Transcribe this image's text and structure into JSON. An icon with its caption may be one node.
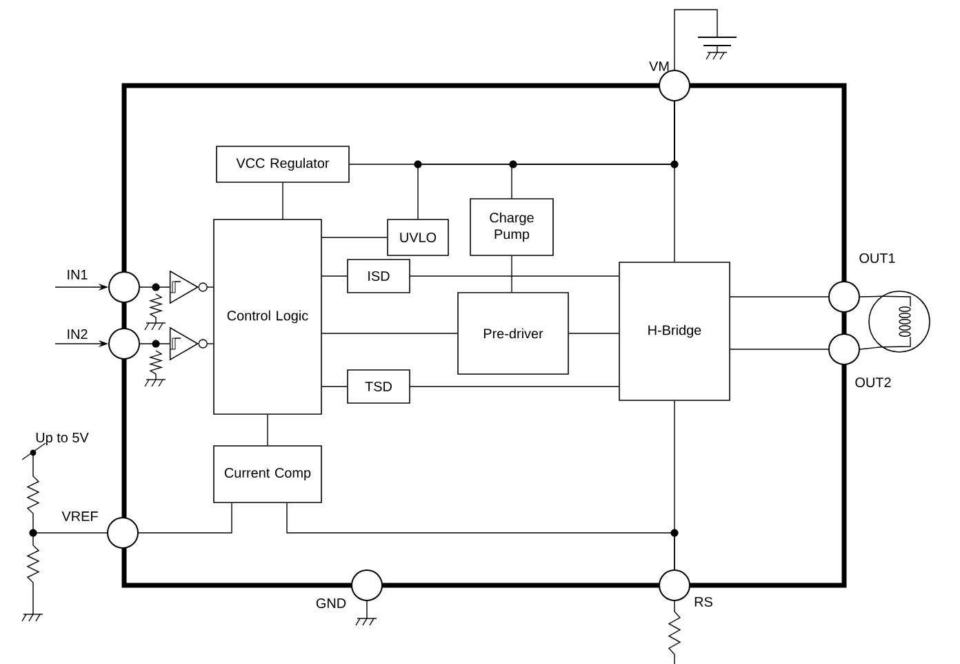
{
  "diagram": {
    "nodes": [
      {
        "text": [],
        "shape": "box"
      },
      {
        "text": [
          "VCC Regulator"
        ],
        "in": 0
      },
      {
        "text": [
          "UVLO"
        ],
        "in": 0
      },
      {
        "text": [
          "Charge Pump"
        ],
        "in": 0
      },
      {
        "text": [
          "Control Logic"
        ],
        "in": 0
      },
      {
        "text": [
          "ISD"
        ],
        "in": 0
      },
      {
        "text": [
          "Pre-driver"
        ],
        "in": 0
      },
      {
        "text": [
          "H-Bridge"
        ],
        "in": 0
      },
      {
        "text": [
          "TSD"
        ],
        "in": 0
      },
      {
        "text": [
          "Current Comp"
        ],
        "in": 0
      },
      {
        "text": [],
        "shape": "circle",
        "beside": [
          "VM"
        ]
      },
      {
        "text": [],
        "shape": "circle",
        "beside": [
          "IN1"
        ]
      },
      {
        "text": [],
        "shape": "circle",
        "beside": [
          "IN2"
        ]
      },
      {
        "text": [],
        "shape": "circle",
        "beside": [
          "OUT1"
        ]
      },
      {
        "text": [],
        "shape": "circle",
        "beside": [
          "OUT2"
        ]
      },
      {
        "text": [],
        "shape": "circle",
        "beside": [
          "VREF"
        ]
      },
      {
        "text": [],
        "shape": "circle",
        "beside": [
          "GND"
        ]
      },
      {
        "text": [],
        "shape": "circle",
        "beside": [
          "RS"
        ]
      },
      {
        "text": [],
        "shape": "circle"
      },
      {
        "text": [],
        "shape": "triangle",
        "in": 0
      },
      {
        "text": [],
        "shape": "triangle",
        "in": 0
      }
    ],
    "edges": [
      {
        "from": null,
        "to": 11,
        "arrow": "to"
      },
      {
        "from": null,
        "to": 12,
        "arrow": "to"
      },
      {
        "from": 11,
        "to": 19,
        "arrow": "none"
      },
      {
        "from": 19,
        "to": 4,
        "arrow": "none"
      },
      {
        "from": 12,
        "to": 20,
        "arrow": "none"
      },
      {
        "from": 20,
        "to": 4,
        "arrow": "none"
      },
      {
        "from": 10,
        "to": 1,
        "arrow": "none"
      },
      {
        "from": 10,
        "to": 2,
        "arrow": "none"
      },
      {
        "from": 10,
        "to": 3,
        "arrow": "none"
      },
      {
        "from": 10,
        "to": 7,
        "arrow": "none"
      },
      {
        "from": 1,
        "to": 4,
        "arrow": "none"
      },
      {
        "from": 4,
        "to": 2,
        "arrow": "none"
      },
      {
        "from": 4,
        "to": 5,
        "arrow": "none"
      },
      {
        "from": 5,
        "to": 7,
        "arrow": "none"
      },
      {
        "from": 3,
        "to": 6,
        "arrow": "none"
      },
      {
        "from": 4,
        "to": 6,
        "arrow": "none"
      },
      {
        "from": 6,
        "to": 7,
        "arrow": "none"
      },
      {
        "from": 4,
        "to": 8,
        "arrow": "none"
      },
      {
        "from": 8,
        "to": 7,
        "arrow": "none"
      },
      {
        "from": 4,
        "to": 9,
        "arrow": "none"
      },
      {
        "from": 15,
        "to": 9,
        "arrow": "none"
      },
      {
        "from": 9,
        "to": 17,
        "arrow": "none"
      },
      {
        "from": 7,
        "to": 17,
        "arrow": "none"
      },
      {
        "from": 7,
        "to": 13,
        "arrow": "none"
      },
      {
        "from": 7,
        "to": 14,
        "arrow": "none"
      },
      {
        "from": 13,
        "to": 18,
        "arrow": "none"
      },
      {
        "from": 14,
        "to": 18,
        "arrow": "none"
      }
    ],
    "labels": [
      "Up to 5V"
    ]
  }
}
